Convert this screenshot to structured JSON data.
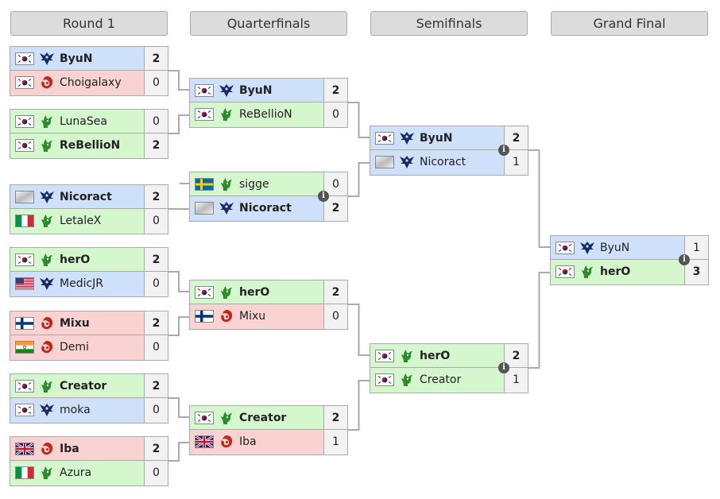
{
  "headers": [
    "Round 1",
    "Quarterfinals",
    "Semifinals",
    "Grand Final"
  ],
  "round1": [
    [
      {
        "name": "ByuN",
        "race": "terran",
        "flag": "kr",
        "score": "2",
        "win": true
      },
      {
        "name": "Choigalaxy",
        "race": "zerg",
        "flag": "kr",
        "score": "0",
        "win": false
      }
    ],
    [
      {
        "name": "LunaSea",
        "race": "protoss",
        "flag": "kr",
        "score": "0",
        "win": false
      },
      {
        "name": "ReBellioN",
        "race": "protoss",
        "flag": "kr",
        "score": "2",
        "win": true
      }
    ],
    [
      {
        "name": "Nicoract",
        "race": "terran",
        "flag": "none",
        "score": "2",
        "win": true
      },
      {
        "name": "LetaleX",
        "race": "protoss",
        "flag": "it",
        "score": "0",
        "win": false
      }
    ],
    [
      {
        "name": "herO",
        "race": "protoss",
        "flag": "kr",
        "score": "2",
        "win": true
      },
      {
        "name": "MedicJR",
        "race": "terran",
        "flag": "us",
        "score": "0",
        "win": false
      }
    ],
    [
      {
        "name": "Mixu",
        "race": "zerg",
        "flag": "fi",
        "score": "2",
        "win": true
      },
      {
        "name": "Demi",
        "race": "zerg",
        "flag": "in",
        "score": "0",
        "win": false
      }
    ],
    [
      {
        "name": "Creator",
        "race": "protoss",
        "flag": "kr",
        "score": "2",
        "win": true
      },
      {
        "name": "moka",
        "race": "terran",
        "flag": "kr",
        "score": "0",
        "win": false
      }
    ],
    [
      {
        "name": "Iba",
        "race": "zerg",
        "flag": "gb",
        "score": "2",
        "win": true
      },
      {
        "name": "Azura",
        "race": "protoss",
        "flag": "it",
        "score": "0",
        "win": false
      }
    ]
  ],
  "quarterfinals": [
    [
      {
        "name": "ByuN",
        "race": "terran",
        "flag": "kr",
        "score": "2",
        "win": true
      },
      {
        "name": "ReBellioN",
        "race": "protoss",
        "flag": "kr",
        "score": "0",
        "win": false
      }
    ],
    [
      {
        "name": "sigge",
        "race": "protoss",
        "flag": "se",
        "score": "0",
        "win": false
      },
      {
        "name": "Nicoract",
        "race": "terran",
        "flag": "none",
        "score": "2",
        "win": true
      }
    ],
    [
      {
        "name": "herO",
        "race": "protoss",
        "flag": "kr",
        "score": "2",
        "win": true
      },
      {
        "name": "Mixu",
        "race": "zerg",
        "flag": "fi",
        "score": "0",
        "win": false
      }
    ],
    [
      {
        "name": "Creator",
        "race": "protoss",
        "flag": "kr",
        "score": "2",
        "win": true
      },
      {
        "name": "Iba",
        "race": "zerg",
        "flag": "gb",
        "score": "1",
        "win": false
      }
    ]
  ],
  "semifinals": [
    [
      {
        "name": "ByuN",
        "race": "terran",
        "flag": "kr",
        "score": "2",
        "win": true
      },
      {
        "name": "Nicoract",
        "race": "terran",
        "flag": "none",
        "score": "1",
        "win": false
      }
    ],
    [
      {
        "name": "herO",
        "race": "protoss",
        "flag": "kr",
        "score": "2",
        "win": true
      },
      {
        "name": "Creator",
        "race": "protoss",
        "flag": "kr",
        "score": "1",
        "win": false
      }
    ]
  ],
  "final": [
    [
      {
        "name": "ByuN",
        "race": "terran",
        "flag": "kr",
        "score": "1",
        "win": false
      },
      {
        "name": "herO",
        "race": "protoss",
        "flag": "kr",
        "score": "3",
        "win": true
      }
    ]
  ],
  "info_icon": "i",
  "colors": {
    "terran": "#cfe0fb",
    "zerg": "#f9d2d2",
    "protoss": "#d5f7ce",
    "connector": "#aaaaaa"
  }
}
